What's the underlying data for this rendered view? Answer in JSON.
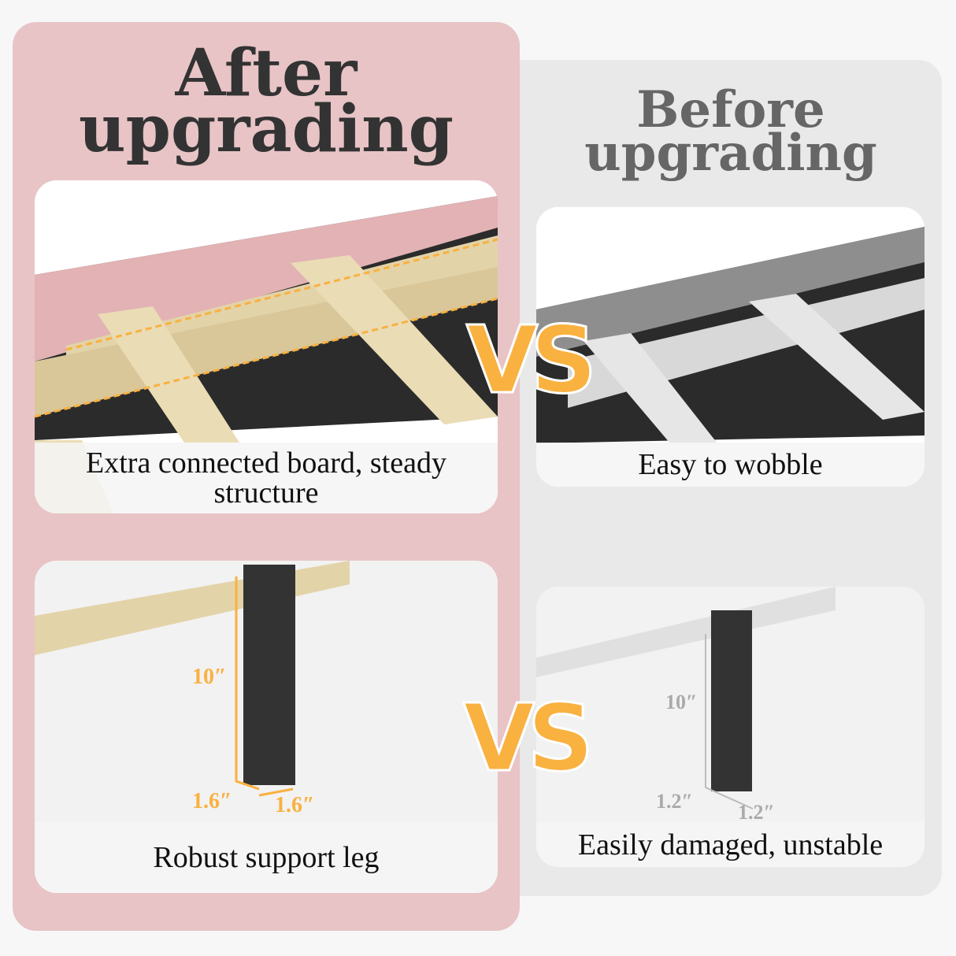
{
  "after_panel": {
    "title": "After upgrading",
    "color": "#e8c4c6",
    "slat_caption": "Extra connected board, steady structure",
    "leg_caption": "Robust support leg",
    "leg_height": "10″",
    "leg_width": "1.6″",
    "leg_depth": "1.6″"
  },
  "before_panel": {
    "title": "Before upgrading",
    "color": "#e9e9e9",
    "slat_caption": "Easy to wobble",
    "leg_caption": "Easily damaged, unstable",
    "leg_height": "10″",
    "leg_width": "1.2″",
    "leg_depth": "1.2″"
  },
  "vs_label": "VS",
  "accent": "#f9b140"
}
